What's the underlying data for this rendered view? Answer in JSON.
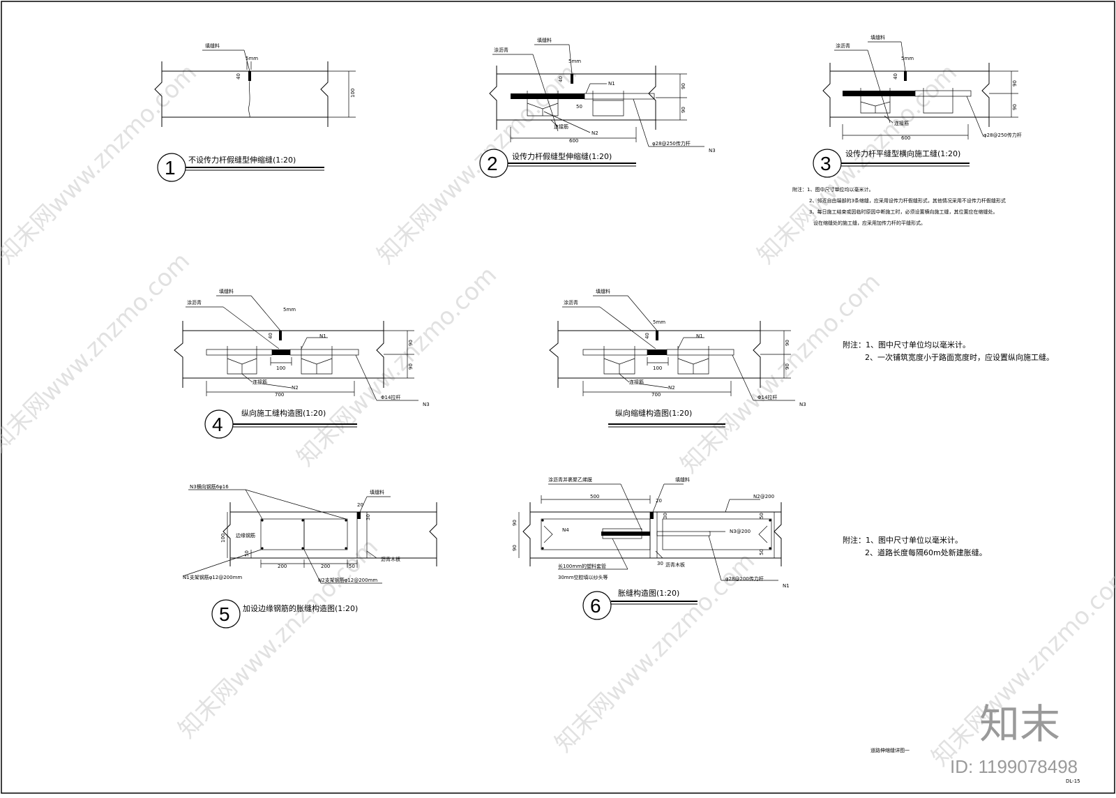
{
  "watermark": {
    "text": "知末网www.znzmo.com",
    "brand": "知末",
    "id": "ID: 1199078498"
  },
  "sheet": {
    "title": "道路伸缩缝详图一",
    "code": "DL-15"
  },
  "labels": {
    "filler": "填缝料",
    "asphalt": "涂沥青",
    "five_mm": "5mm",
    "forty": "40",
    "hundred": "100",
    "ninety": "90",
    "six_hundred": "600",
    "seven_hundred": "700",
    "n1": "N1",
    "n2": "N2",
    "n3": "N3",
    "connector": "连接筋",
    "dowel250": "φ28@250传力杆",
    "tie14": "Φ14拉杆",
    "fifty": "50",
    "two_hundred": "200",
    "twenty": "20",
    "thirty": "30",
    "five_hundred": "500",
    "edge_bar": "边缘钢筋",
    "n3_transverse": "N3横向钢筋6φ16",
    "n1_support": "N1支架钢筋φ12@200mm",
    "n2_support": "N2支架钢筋φ12@200mm",
    "asphalt_board": "沥青木板",
    "asphalt_pe": "涂沥青并裹聚乙烯膜",
    "n2_200": "N2@200",
    "n3_200": "N3@200",
    "n4": "N4",
    "sleeve1": "长100mm的塑料套管",
    "sleeve2": "30mm空腔填以纱头等",
    "dowel200": "φ28@200传力杆"
  },
  "details": [
    {
      "num": "1",
      "title": "不设传力杆假缝型伸缩缝(1:20)"
    },
    {
      "num": "2",
      "title": "设传力杆假缝型伸缩缝(1:20)"
    },
    {
      "num": "3",
      "title": "设传力杆平缝型横向施工缝(1:20)"
    },
    {
      "num": "4",
      "title": "纵向施工缝构造图(1:20)"
    },
    {
      "num": "",
      "title": "纵向缩缝构造图(1:20)"
    },
    {
      "num": "5",
      "title": "加设边缘钢筋的胀缝构造图(1:20)"
    },
    {
      "num": "6",
      "title": "胀缝构造图(1:20)"
    }
  ],
  "notes": {
    "top": [
      "附注：1、图中尺寸单位均以毫米计。",
      "2、邻近自由端部的3条缩缝，应采用设传力杆假缝形式，其他情况采用不设传力杆假缝形式",
      "3、每日施工结束或因临时原因中断施工时，必须设置横向施工缝，其位置应在缩缝处。",
      "设在缩缝处的施工缝，应采用加传力杆的平缝形式。"
    ],
    "middle": [
      "附注：1、图中尺寸单位均以毫米计。",
      "2、一次铺筑宽度小于路面宽度时，应设置纵向施工缝。"
    ],
    "bottom": [
      "附注：1、图中尺寸单位以毫米计。",
      "2、道路长度每隔60m处新建胀缝。"
    ]
  }
}
